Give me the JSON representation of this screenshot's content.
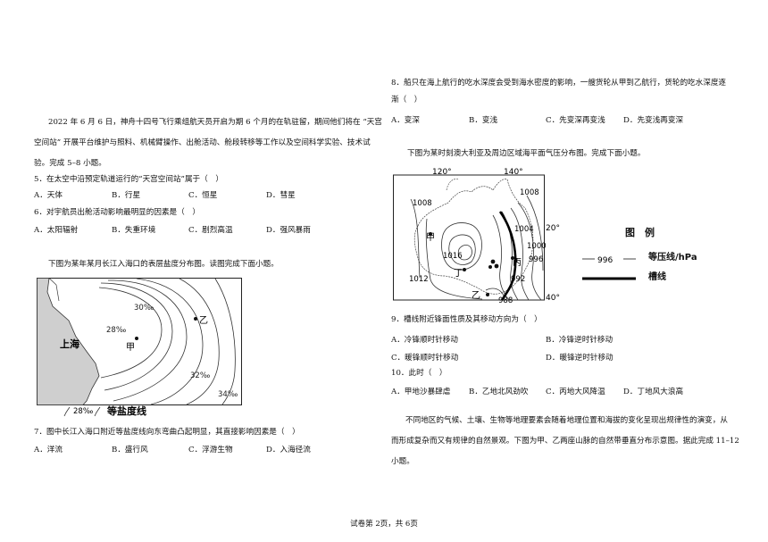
{
  "left": {
    "intro_lines": [
      "2022 年 6 月 6 日，神舟十四号飞行乘组航天员开启为期 6 个月的在轨驻留，期间他们将在 “天宫",
      "空间站” 开展平台维护与照料、机械臂操作、出舱活动、舱段转移等工作以及空间科学实验、技术试",
      "验。完成 5–8 小题。"
    ],
    "q5": {
      "stem": "5．在太空中沿预定轨道运行的“天宫空间站”属于（　）",
      "options": [
        "A．天体",
        "B．行星",
        "C．恒星",
        "D．彗星"
      ]
    },
    "q6": {
      "stem": "6．对宇航员出舱活动影响最明显的因素是（　）",
      "options": [
        "A．太阳辐射",
        "B．失重环境",
        "C．剧烈高温",
        "D．强风暴雨"
      ]
    },
    "map_intro": "下图为某年某月长江入海口的表层盐度分布图。读图完成下面小题。",
    "map": {
      "shanghai": "上海",
      "jia": "甲",
      "yi": "乙",
      "isolines": [
        "30‰",
        "28‰",
        "32‰",
        "34‰"
      ],
      "legend_sample": "28‰",
      "legend_label": "等盐度线"
    },
    "q7": {
      "stem": "7．图中长江入海口附近等盐度线向东弯曲凸起明显，其直接影响因素是（　）",
      "options": [
        "A．洋流",
        "B．盛行风",
        "C．浮游生物",
        "D．入海径流"
      ]
    }
  },
  "right": {
    "q8": {
      "stem_lines": [
        "8．船只在海上航行的吃水深度会受到海水密度的影响，一艘货轮从甲到乙航行，货轮的吃水深度逐",
        "渐（　）"
      ],
      "options": [
        "A．变深",
        "B．变浅",
        "C．先变深再变浅",
        "D．先变浅再变深"
      ]
    },
    "weather_intro": "下图为某时刻澳大利亚及周边区域海平面气压分布图。完成下面小题。",
    "weather_map": {
      "lon_labels": [
        "120°",
        "140°"
      ],
      "lat_labels": [
        "20°",
        "40°"
      ],
      "isobars": [
        "1008",
        "1008",
        "1004",
        "1000",
        "996",
        "992",
        "988",
        "1012",
        "1016"
      ],
      "places": {
        "jia": "甲",
        "yi": "乙",
        "bing": "丙",
        "ding": "丁"
      }
    },
    "legend": {
      "title": "图　例",
      "isobar_sample": "996",
      "isobar_label": "等压线/hPa",
      "trough_label": "槽线"
    },
    "q9": {
      "stem": "9．槽线附近锋面性质及其移动方向为（　）",
      "options": [
        "A．冷锋顺时针移动",
        "B．冷锋逆时针移动",
        "C．暖锋顺时针移动",
        "D．暖锋逆时针移动"
      ]
    },
    "q10": {
      "stem": "10．此时（　）",
      "options": [
        "A．甲地沙暴肆虐",
        "B．乙地北风劲吹",
        "C．丙地大风降温",
        "D．丁地风大浪高"
      ]
    },
    "final_lines": [
      "不同地区的气候、土壤、生物等地理要素会随着地理位置和海拔的变化呈现出规律性的演变，从",
      "而形成复杂而又有规律的自然景观。下图为甲、乙两座山脉的自然带垂直分布示意图。据此完成 11–12",
      "小题。"
    ]
  },
  "footer": "试卷第 2页，共 6页"
}
